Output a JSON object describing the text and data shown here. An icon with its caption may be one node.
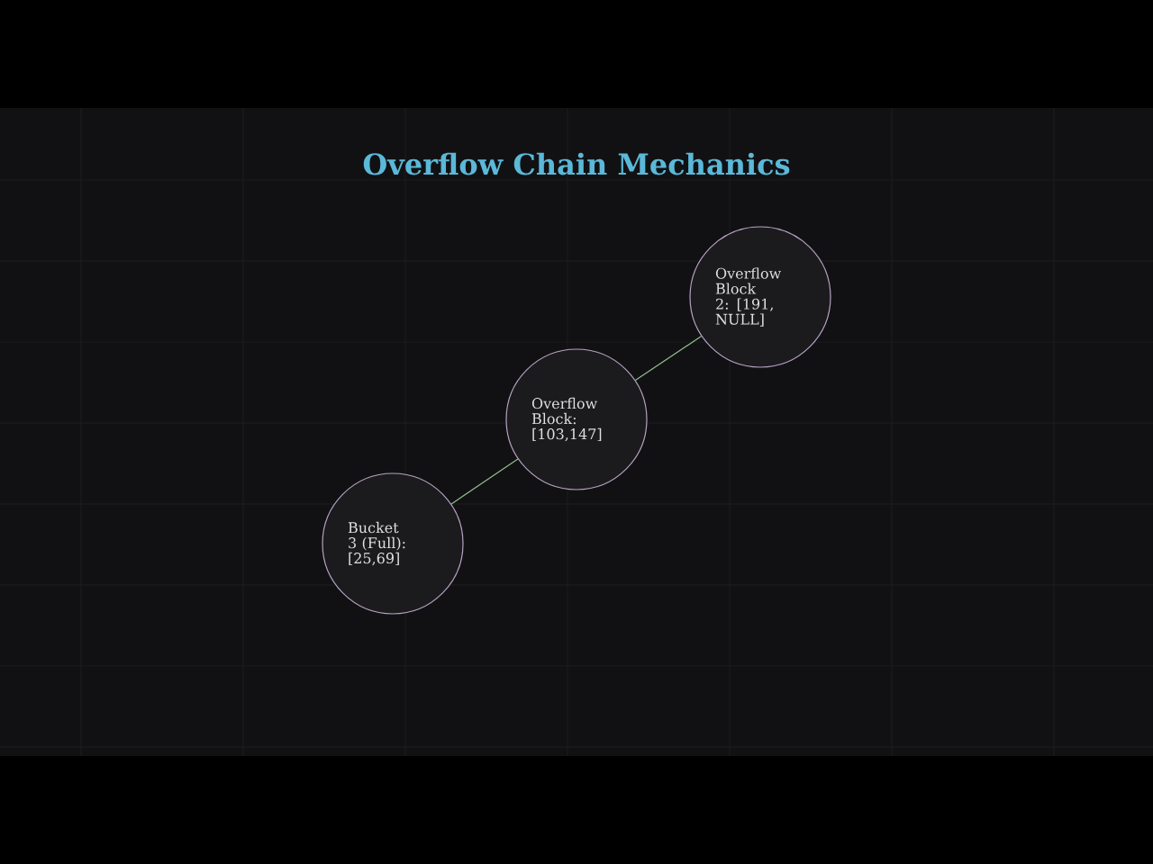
{
  "diagram": {
    "title": "Overflow Chain Mechanics",
    "nodes": [
      {
        "text": [
          "Bucket 3 (Full): [25,69]"
        ]
      },
      {
        "text": [
          "Overflow Block: [103,147]"
        ]
      },
      {
        "text": [
          "Overflow Block 2: [191, NULL]"
        ]
      }
    ],
    "edges": [
      {
        "from": 0,
        "to": 1,
        "arrow": "none"
      },
      {
        "from": 1,
        "to": 2,
        "arrow": "none"
      }
    ]
  }
}
